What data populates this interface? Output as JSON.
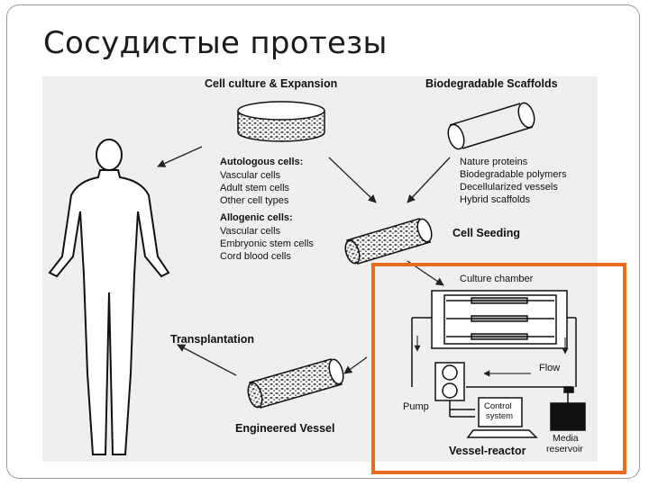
{
  "slide": {
    "title": "Сосудистые протезы"
  },
  "figure": {
    "cell_culture_title": "Cell culture & Expansion",
    "scaffolds_title": "Biodegradable Scaffolds",
    "autologous_heading": "Autologous cells:",
    "autologous_items": [
      "Vascular cells",
      "Adult stem cells",
      "Other cell types"
    ],
    "allogenic_heading": "Allogenic cells:",
    "allogenic_items": [
      "Vascular cells",
      "Embryonic stem cells",
      "Cord blood cells"
    ],
    "scaffold_items": [
      "Nature proteins",
      "Biodegradable polymers",
      "Decellularized vessels",
      "Hybrid scaffolds"
    ],
    "cell_seeding": "Cell Seeding",
    "transplantation": "Transplantation",
    "engineered_vessel": "Engineered Vessel",
    "culture_chamber": "Culture chamber",
    "flow": "Flow",
    "pump": "Pump",
    "control_system": [
      "Control",
      "system"
    ],
    "media_reservoir": [
      "Media",
      "reservoir"
    ],
    "vessel_reactor": "Vessel-reactor"
  },
  "colors": {
    "highlight": "#e86b1f",
    "figure_bg": "#efefef"
  }
}
